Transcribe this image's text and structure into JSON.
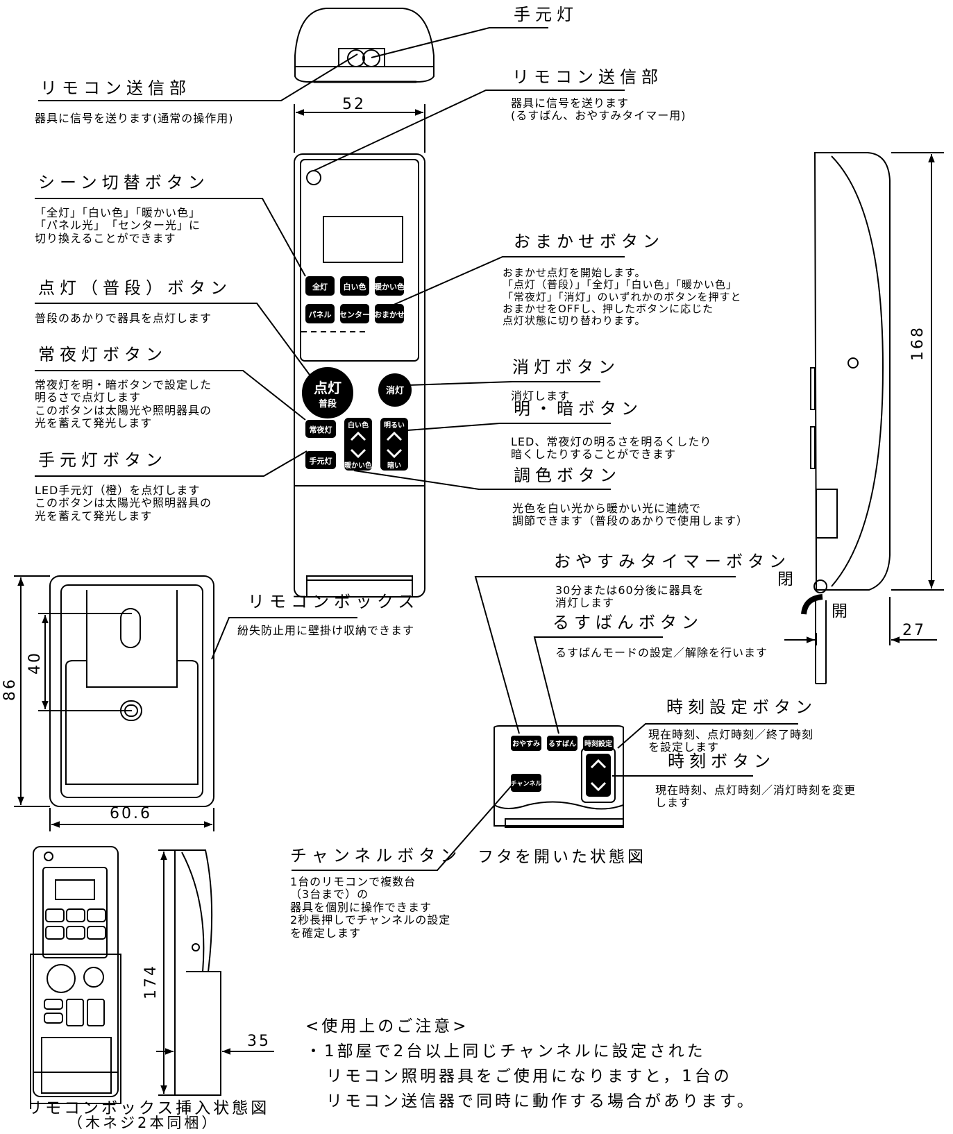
{
  "callouts": {
    "hand_light": {
      "title": "手元灯"
    },
    "transmit_main": {
      "title": "リモコン送信部",
      "desc": [
        "器具に信号を送ります(通常の操作用)"
      ]
    },
    "transmit_sub": {
      "title": "リモコン送信部",
      "desc": [
        "器具に信号を送ります",
        "(るすばん、おやすみタイマー用)"
      ]
    },
    "scene": {
      "title": "シーン切替ボタン",
      "desc": [
        "「全灯」「白い色」「暖かい色」",
        "「パネル光」　「センター光」に",
        "切り換えることができます"
      ]
    },
    "omakase": {
      "title": "おまかせボタン",
      "desc": [
        "おまかせ点灯を開始します。",
        "「点灯（普段）」「全灯」「白い色」「暖かい色」",
        "「常夜灯」「消灯」のいずれかのボタンを押すと",
        "おまかせをOFFし、押したボタンに応じた",
        "点灯状態に切り替わります。"
      ]
    },
    "on_normal": {
      "title": "点灯（普段）ボタン",
      "desc": [
        "普段のあかりで器具を点灯します"
      ]
    },
    "night": {
      "title": "常夜灯ボタン",
      "desc": [
        "常夜灯を明・暗ボタンで設定した",
        "明るさで点灯します",
        "このボタンは太陽光や照明器具の",
        "光を蓄えて発光します"
      ]
    },
    "off": {
      "title": "消灯ボタン",
      "desc": [
        "消灯します"
      ]
    },
    "bright": {
      "title": "明・暗ボタン",
      "desc": [
        "LED、常夜灯の明るさを明るくしたり",
        "暗くしたりすることができます"
      ]
    },
    "hand_btn": {
      "title": "手元灯ボタン",
      "desc": [
        "LED手元灯（橙）を点灯します",
        "このボタンは太陽光や照明器具の",
        "光を蓄えて発光します"
      ]
    },
    "color": {
      "title": "調色ボタン",
      "desc": [
        "光色を白い光から暖かい光に連続で",
        "調節できます（普段のあかりで使用します）"
      ]
    },
    "sleep": {
      "title": "おやすみタイマーボタン",
      "desc": [
        "30分または60分後に器具を",
        "消灯します"
      ]
    },
    "away": {
      "title": "るすばんボタン",
      "desc": [
        "るすばんモードの設定／解除を行います"
      ]
    },
    "box": {
      "title": "リモコンボックス",
      "desc": [
        "紛失防止用に壁掛け収納できます"
      ]
    },
    "time_set": {
      "title": "時刻設定ボタン",
      "desc": [
        "現在時刻、点灯時刻／終了時刻",
        "を設定します"
      ]
    },
    "time_btn": {
      "title": "時刻ボタン",
      "desc": [
        "現在時刻、点灯時刻／消灯時刻を変更",
        "します"
      ]
    },
    "channel": {
      "title": "チャンネルボタン",
      "desc": [
        "1台のリモコンで複数台",
        "（3台まで）の",
        "器具を個別に操作できます",
        "2秒長押しでチャンネルの設定",
        "を確定します"
      ]
    }
  },
  "buttons": {
    "zentou": "全灯",
    "shiroi": "白い色",
    "atatakai": "暖かい色",
    "panel": "パネル",
    "center": "センター",
    "omakase": "おまかせ",
    "tentou_main": "点灯",
    "tentou_sub": "普段",
    "shoutou": "消灯",
    "joyatou": "常夜灯",
    "shiroi2": "白い色",
    "akarui": "明るい",
    "temoto": "手元灯",
    "atatakai2": "暖かい色",
    "kurai": "暗い",
    "oyasumi": "おやすみ",
    "rusuban": "るすばん",
    "jikoku": "時刻設定",
    "channel": "チャンネル"
  },
  "dimensions": {
    "width": "52",
    "height": "168",
    "depth": "27",
    "box_width": "60.6",
    "box_height": "86",
    "hole_pitch": "40",
    "insert_height": "174",
    "insert_depth": "35"
  },
  "labels": {
    "close": "閉",
    "open": "開",
    "open_state": "フタを開いた状態図",
    "insert_state_1": "リモコンボックス挿入状態図",
    "insert_state_2": "（木ネジ2本同梱）"
  },
  "notes": {
    "heading": "<使用上のご注意>",
    "lines": [
      "・1部屋で2台以上同じチャンネルに設定された",
      "リモコン照明器具をご使用になりますと，1台の",
      "リモコン送信器で同時に動作する場合があります。"
    ]
  }
}
